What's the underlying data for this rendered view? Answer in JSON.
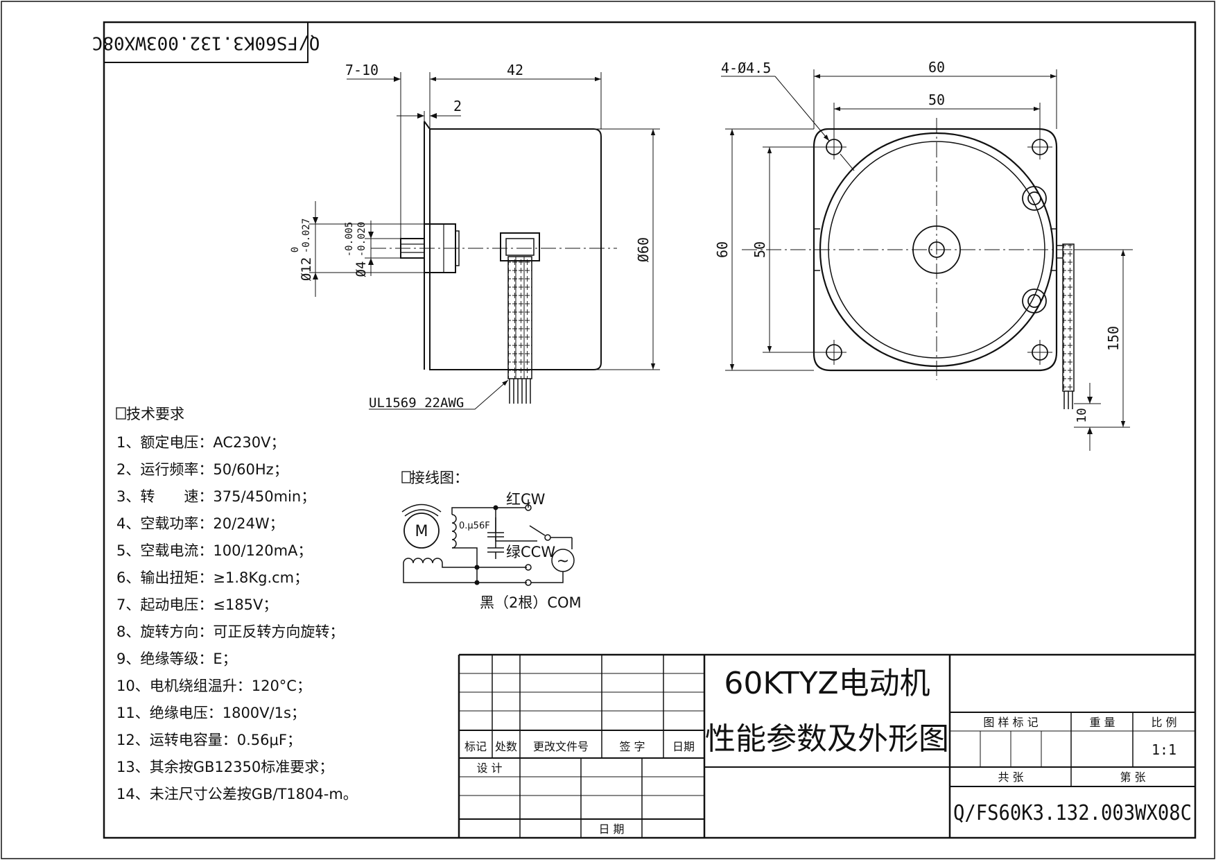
{
  "drawing_number": "Q/FS60K3.132.003WX08C",
  "drawing_number_rotated": "Q/FS60K3.132.003WX08C",
  "side_view": {
    "dim_flange_offset": "7-10",
    "dim_body_length": "42",
    "dim_boss": "2",
    "dim_body_height": "Ø60",
    "dim_shaft_outer_tol_upper": "0",
    "dim_shaft_outer_tol_lower": "-0.027",
    "dim_shaft_outer": "Ø12",
    "dim_shaft_tol_upper": "-0.005",
    "dim_shaft_tol_lower": "-0.020",
    "dim_shaft": "Ø4",
    "cable_label": "UL1569 22AWG"
  },
  "front_view": {
    "holes_label": "4-Ø4.5",
    "dim_width": "60",
    "dim_hole_spacing_x": "50",
    "dim_height": "60",
    "dim_hole_spacing_y": "50",
    "dim_lead_length": "150",
    "dim_strip_length": "10"
  },
  "technical_requirements": {
    "heading": "技术要求",
    "items": [
      "1、额定电压：AC230V；",
      "2、运行频率：50/60Hz；",
      "3、转　　速：375/450min；",
      "4、空载功率：20/24W；",
      "5、空载电流：100/120mA；",
      "6、输出扭矩：≥1.8Kg.cm；",
      "7、起动电压：≤185V；",
      "8、旋转方向：可正反转方向旋转；",
      "9、绝缘等级：E；",
      "10、电机绕组温升：120°C；",
      "11、绝缘电压：1800V/1s；",
      "12、运转电容量：0.56μF；",
      "13、其余按GB12350标准要求；",
      "14、未注尺寸公差按GB/T1804-m。"
    ]
  },
  "wiring": {
    "heading": "接线图：",
    "motor_symbol": "M",
    "capacitor": "0.μ56F",
    "red_label": "红CW",
    "green_label": "绿CCW",
    "black_label": "黑（2根）COM",
    "ac_symbol": "~"
  },
  "title_block": {
    "title_line1": "60KTYZ电动机",
    "title_line2": "性能参数及外形图",
    "col_mark": "标记",
    "col_count": "处数",
    "col_change_doc": "更改文件号",
    "col_sign": "签 字",
    "col_date": "日期",
    "design": "设 计",
    "date": "日 期",
    "sample_mark": "图 样 标 记",
    "weight": "重 量",
    "scale_label": "比 例",
    "scale_value": "1:1",
    "total_sheets": "共 张",
    "sheet_no": "第 张"
  }
}
